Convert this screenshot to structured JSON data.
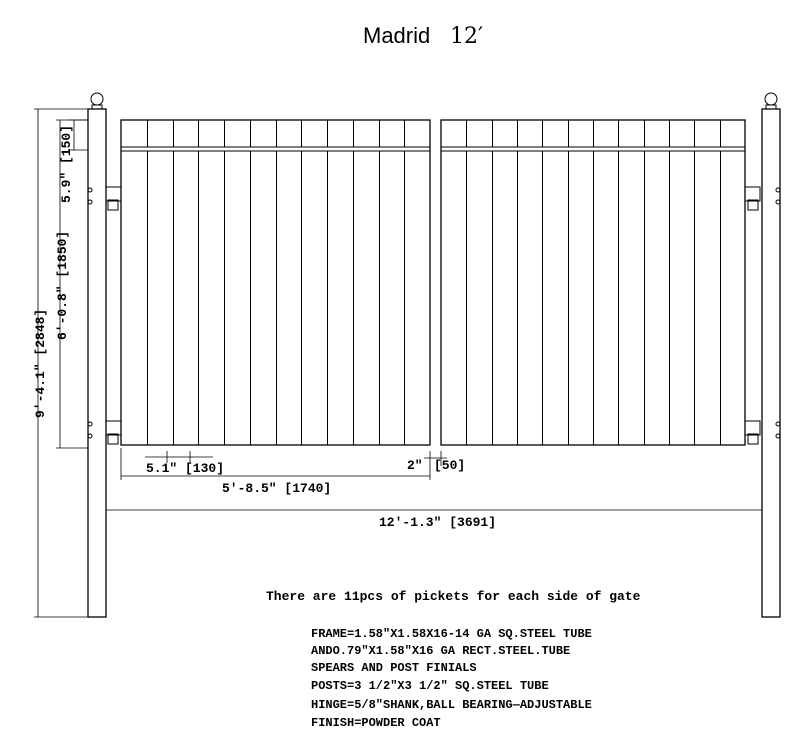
{
  "title": {
    "model": "Madrid",
    "size": "12′"
  },
  "dimensions": {
    "overall_height": "9′-4.1\" [2848]",
    "gate_height": "6′-0.8\" [1850]",
    "top_rail_gap": "5.9\" [150]",
    "picket_spacing": "5.1\" [130]",
    "leaf_gap_inches": "2\"",
    "leaf_gap_mm": "[50]",
    "leaf_width": "5′-8.5\" [1740]",
    "overall_width": "12′-1.3\" [3691]"
  },
  "note": "There are 11pcs of pickets for each side of gate",
  "specs": [
    "FRAME=1.58\"X1.58X16-14 GA SQ.STEEL TUBE",
    "ANDO.79\"X1.58\"X16 GA RECT.STEEL.TUBE",
    "SPEARS AND POST FINIALS",
    "POSTS=3 1/2\"X3 1/2\" SQ.STEEL TUBE",
    "HINGE=5/8\"SHANK,BALL BEARING—ADJUSTABLE",
    "FINISH=POWDER COAT"
  ]
}
